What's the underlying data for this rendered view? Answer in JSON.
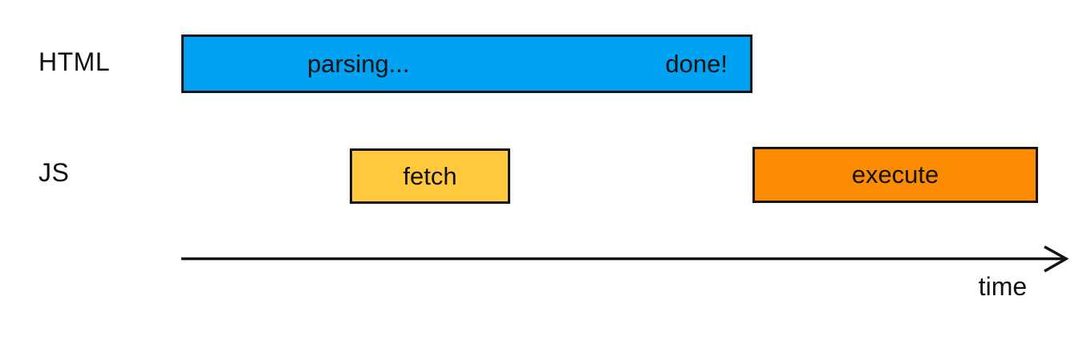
{
  "diagram": {
    "title_semantic": "HTML parsing vs JS fetch/execute timeline",
    "rows": {
      "html": {
        "label": "HTML",
        "parsing_bar": {
          "status_left": "parsing...",
          "status_right": "done!"
        }
      },
      "js": {
        "label": "JS",
        "fetch_bar": {
          "label": "fetch"
        },
        "execute_bar": {
          "label": "execute"
        }
      }
    },
    "axis": {
      "label": "time"
    },
    "colors": {
      "background": "#ffffff",
      "bar_border": "#161616",
      "text": "#111111",
      "html_parsing_bar": "#00A2F2",
      "js_fetch_bar": "#FFC83D",
      "js_execute_bar": "#FB8B00",
      "axis_stroke": "#141414"
    },
    "timeline_semantics": {
      "note": "fetch occurs during HTML parsing; execute starts when parsing is done",
      "bars": [
        {
          "row": "HTML",
          "label": "parsing... / done!"
        },
        {
          "row": "JS",
          "label": "fetch"
        },
        {
          "row": "JS",
          "label": "execute"
        }
      ]
    }
  }
}
